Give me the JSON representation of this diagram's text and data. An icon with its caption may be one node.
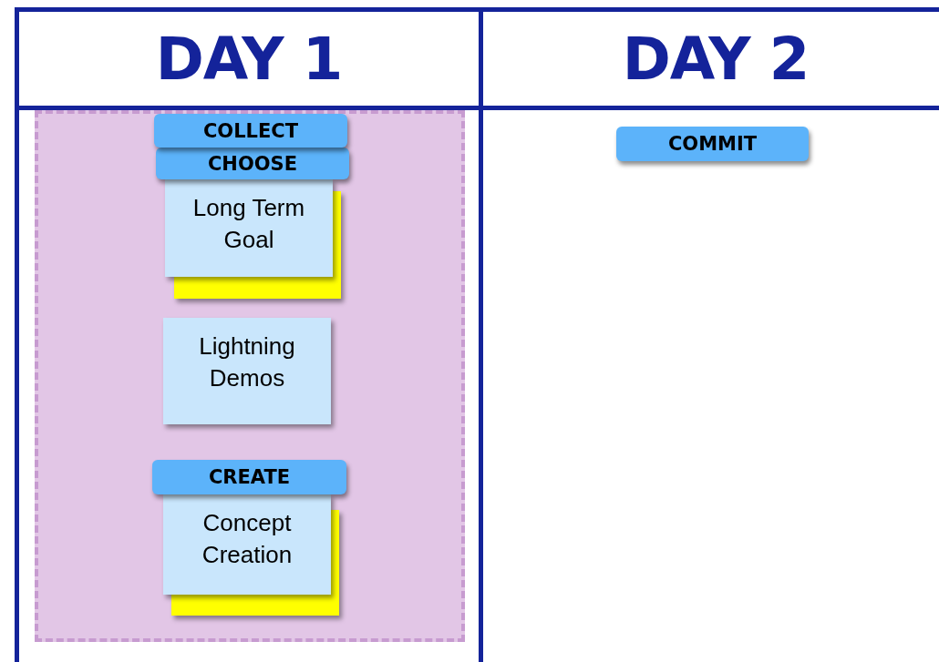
{
  "diagram": {
    "nodes": [
      {
        "text": [
          "DAY 1"
        ]
      },
      {
        "text": [
          "DAY 2"
        ]
      },
      {
        "text": [],
        "shape": "box",
        "in": 0
      },
      {
        "text": [
          "COLLECT"
        ],
        "in": 2
      },
      {
        "text": [
          "CHOOSE"
        ],
        "in": 2
      },
      {
        "text": [
          "Long Term Goal"
        ],
        "in": 2
      },
      {
        "text": [
          "Lightning Demos"
        ],
        "in": 2
      },
      {
        "text": [
          "Concept Creation"
        ],
        "in": 2
      },
      {
        "text": [
          "CREATE"
        ],
        "in": 2
      },
      {
        "text": [
          "COMMIT"
        ],
        "in": 1
      }
    ]
  }
}
